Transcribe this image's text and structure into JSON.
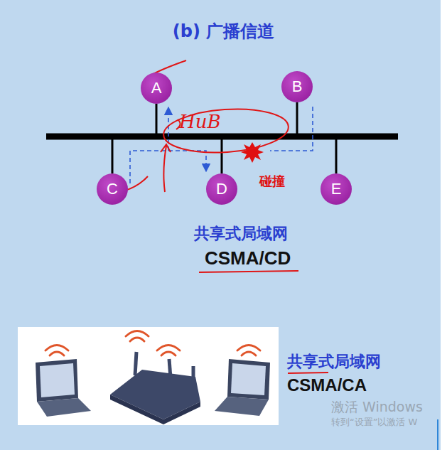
{
  "diagram": {
    "title": "(b) 广播信道",
    "nodes": [
      {
        "text": [
          "A"
        ]
      },
      {
        "text": [
          "B"
        ]
      },
      {
        "text": [
          "C"
        ]
      },
      {
        "text": [
          "D"
        ]
      },
      {
        "text": [
          "E"
        ]
      }
    ],
    "labels": [
      "HuB",
      "碰撞",
      "共享式局域网",
      "CSMA/CD",
      "共享式局域网",
      "CSMA/CA",
      "激活 Windows",
      "转到“设置”以激活 W"
    ]
  }
}
